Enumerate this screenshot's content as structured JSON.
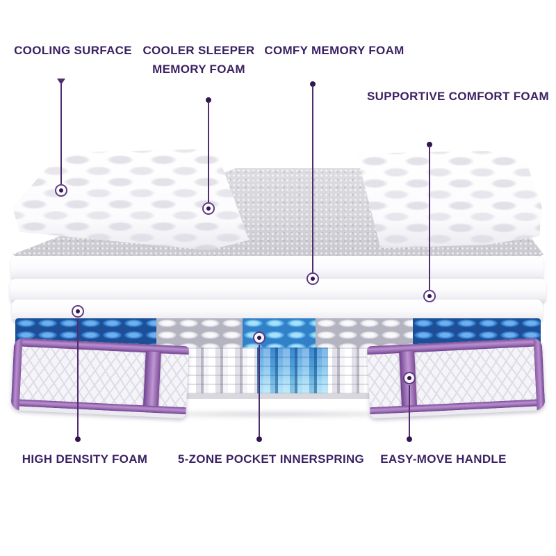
{
  "figure": {
    "type": "product-annotation-diagram",
    "subject": "Hybrid mattress exploded cutaway showing internal layers",
    "background": "#ffffff"
  },
  "colors": {
    "label_text": "#3b2163",
    "callout_line": "#4f2d6e",
    "marker_ring": "#5e3a84",
    "marker_dot": "#31164f",
    "trim_purple": "#a478bc",
    "trim_purple_dark": "#7b4b96",
    "coil_blue": "#3a85d8",
    "coil_blue_light": "#7ccdf1",
    "fabric_white": "#f4f3f7",
    "foam_gray": "#d7d6db"
  },
  "callouts": [
    {
      "id": "cooling-surface",
      "label": "COOLING SURFACE"
    },
    {
      "id": "cooler-sleeper-memory-foam",
      "label": "COOLER SLEEPER\nMEMORY FOAM"
    },
    {
      "id": "comfy-memory-foam",
      "label": "COMFY MEMORY FOAM"
    },
    {
      "id": "supportive-comfort-foam",
      "label": "SUPPORTIVE COMFORT FOAM"
    },
    {
      "id": "high-density-foam",
      "label": "HIGH DENSITY FOAM"
    },
    {
      "id": "five-zone-pocket-innerspring",
      "label": "5-ZONE POCKET INNERSPRING"
    },
    {
      "id": "easy-move-handle",
      "label": "EASY-MOVE HANDLE"
    }
  ]
}
